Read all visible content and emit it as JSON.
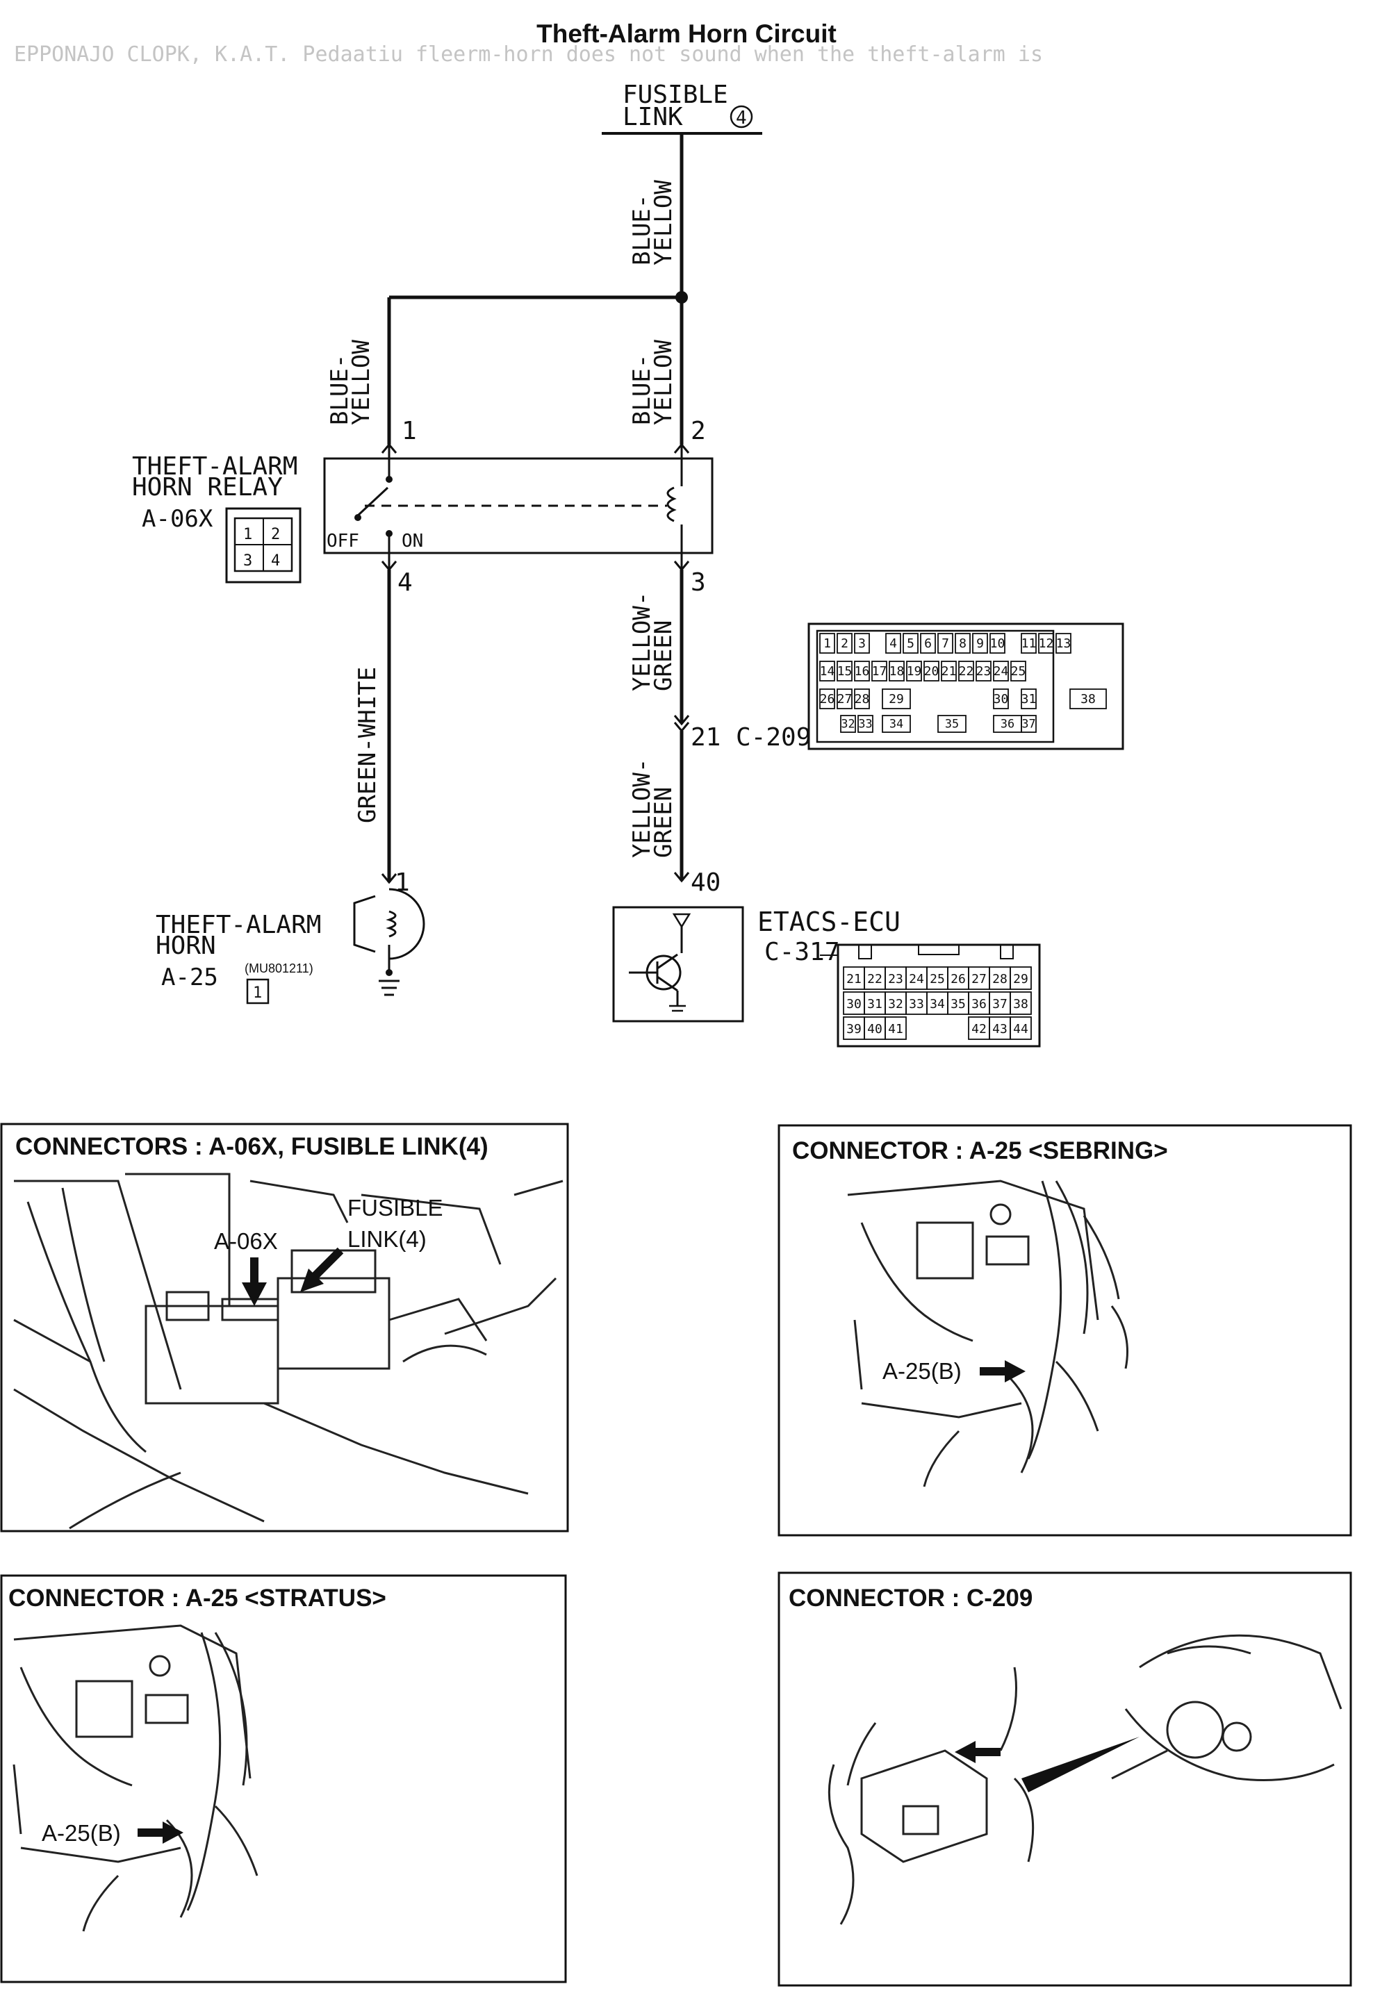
{
  "title": "Theft-Alarm Horn Circuit",
  "header_noise": "EPPONAJO CLOPK, K.A.T. Pedaatiu fleerm-horn does not sound when the theft-alarm is",
  "fusible_link": {
    "line1": "FUSIBLE",
    "line2": "LINK",
    "number": "4"
  },
  "wires": {
    "main": "BLUE-\nYELLOW",
    "left": "BLUE-\nYELLOW",
    "right": "BLUE-\nYELLOW",
    "relay_to_horn": "GREEN-WHITE",
    "relay_to_c209": "YELLOW-\nGREEN",
    "c209_to_ecu": "YELLOW-\nGREEN"
  },
  "relay": {
    "name_line1": "THEFT-ALARM",
    "name_line2": "HORN RELAY",
    "code": "A-06X",
    "off": "OFF",
    "on": "ON",
    "pins": {
      "p1": "1",
      "p2": "2",
      "p3": "3",
      "p4": "4"
    },
    "icon_pins": [
      "1",
      "2",
      "3",
      "4"
    ]
  },
  "c209": {
    "label": "21 C-209",
    "row1": [
      "1",
      "2",
      "3",
      "4",
      "5",
      "6",
      "7",
      "8",
      "9",
      "10",
      "11",
      "12",
      "13"
    ],
    "row2": [
      "14",
      "15",
      "16",
      "17",
      "18",
      "19",
      "20",
      "21",
      "22",
      "23",
      "24",
      "25"
    ],
    "row3": [
      "26",
      "27",
      "28",
      "29",
      "30",
      "31",
      "38"
    ],
    "row4": [
      "32",
      "33",
      "34",
      "35",
      "36",
      "37"
    ]
  },
  "horn": {
    "name_line1": "THEFT-ALARM",
    "name_line2": "HORN",
    "code": "A-25",
    "part": "(MU801211)",
    "pin": "1",
    "icon_pin": "1"
  },
  "ecu": {
    "name": "ETACS-ECU",
    "code": "C-317",
    "pin": "40",
    "row1": [
      "21",
      "22",
      "23",
      "24",
      "25",
      "26",
      "27",
      "28",
      "29"
    ],
    "row2": [
      "30",
      "31",
      "32",
      "33",
      "34",
      "35",
      "36",
      "37",
      "38"
    ],
    "row3": [
      "39",
      "40",
      "41",
      "42",
      "43",
      "44"
    ]
  },
  "panels": {
    "p1": {
      "title": "CONNECTORS : A-06X, FUSIBLE LINK(4)",
      "callout1": "A-06X",
      "callout2a": "FUSIBLE",
      "callout2b": "LINK(4)"
    },
    "p2": {
      "title": "CONNECTOR : A-25 <SEBRING>",
      "callout": "A-25(B)"
    },
    "p3": {
      "title": "CONNECTOR : A-25 <STRATUS>",
      "callout": "A-25(B)"
    },
    "p4": {
      "title": "CONNECTOR : C-209"
    }
  },
  "colors": {
    "ink": "#111111",
    "paper": "#ffffff"
  }
}
